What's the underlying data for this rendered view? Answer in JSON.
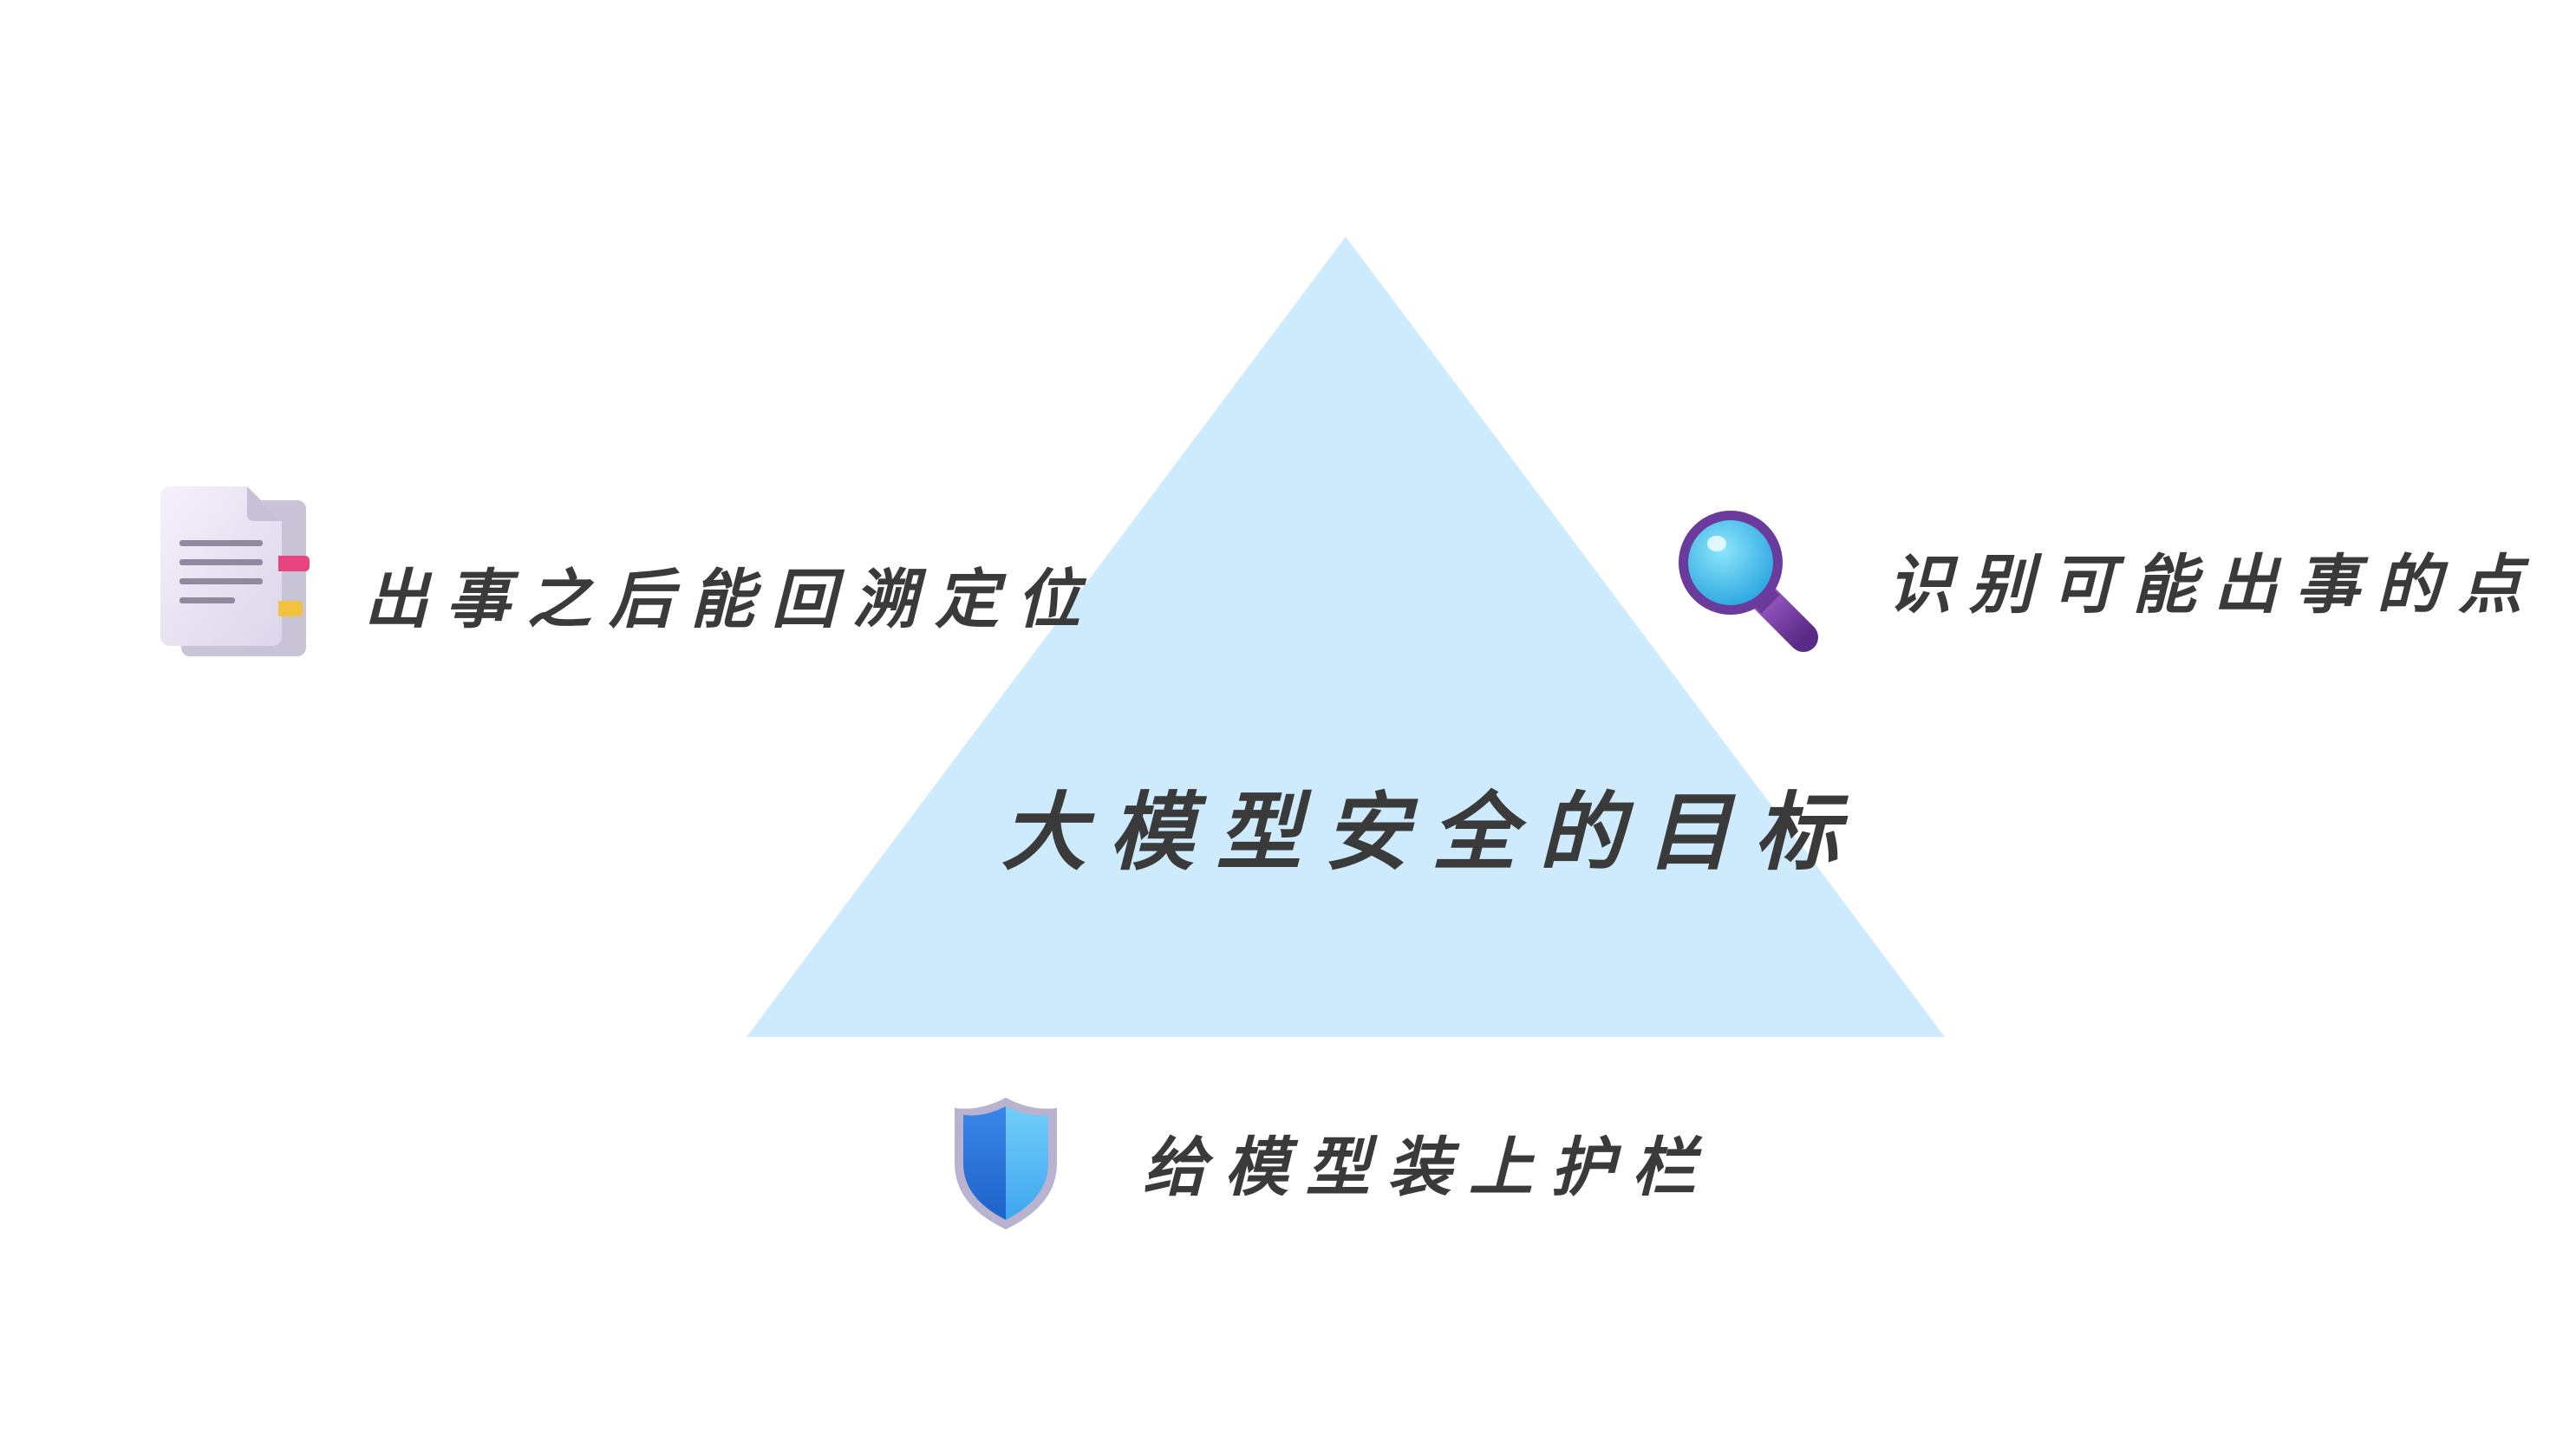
{
  "diagram": {
    "center_title": "大模型安全的目标",
    "triangle_color": "#cdebfc",
    "text_color": "#3a3a3a",
    "nodes": [
      {
        "id": "left",
        "label": "出事之后能回溯定位",
        "icon": "document-icon"
      },
      {
        "id": "right",
        "label": "识别可能出事的点",
        "icon": "magnifier-icon"
      },
      {
        "id": "bottom",
        "label": "给模型装上护栏",
        "icon": "shield-icon"
      }
    ]
  }
}
